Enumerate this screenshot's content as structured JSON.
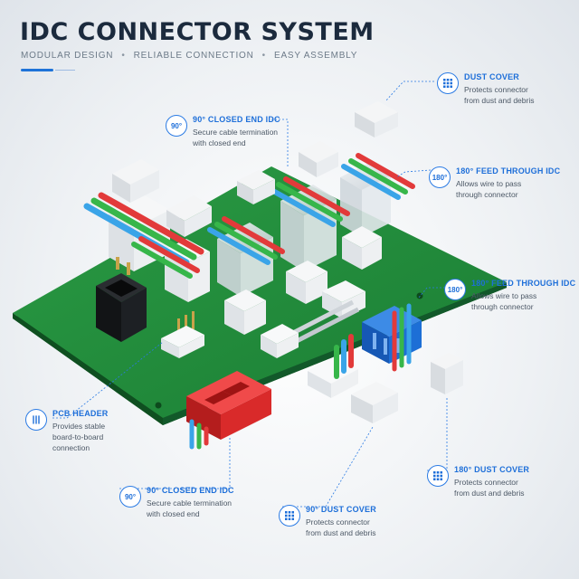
{
  "header": {
    "title": "IDC CONNECTOR SYSTEM",
    "subtitle_items": [
      "MODULAR DESIGN",
      "RELIABLE CONNECTION",
      "EASY ASSEMBLY"
    ]
  },
  "colors": {
    "accent": "#1e6fd9",
    "pcb": "#1f8a3a",
    "connector_red": "#e52f2f",
    "connector_blue": "#1d6fd6",
    "header_black": "#17191c",
    "wire_red": "#e23a3a",
    "wire_green": "#37b64a",
    "wire_blue": "#3aa4e8"
  },
  "callouts": [
    {
      "key": "dust_cover_top",
      "icon": "grid-icon",
      "title": "DUST COVER",
      "desc": "Protects connector from dust and debris"
    },
    {
      "key": "closed_end_top",
      "icon": "angle-90-icon",
      "icon_text": "90°",
      "title": "90° CLOSED END IDC",
      "desc": "Secure cable termination with closed end"
    },
    {
      "key": "feed_through_top",
      "icon": "rotate-180-icon",
      "icon_text": "180°",
      "title": "180° FEED THROUGH IDC",
      "desc": "Allows wire to pass through connector"
    },
    {
      "key": "feed_through_mid",
      "icon": "angle-180-icon",
      "icon_text": "180°",
      "title": "180° FEED THROUGH IDC",
      "desc": "Allows wire to pass through connector"
    },
    {
      "key": "pcb_header",
      "icon": "pins-icon",
      "title": "PCB HEADER",
      "desc": "Provides stable board-to-board connection"
    },
    {
      "key": "closed_end_bottom",
      "icon": "angle-90-icon",
      "icon_text": "90°",
      "title": "90° CLOSED END IDC",
      "desc": "Secure cable termination with closed end"
    },
    {
      "key": "dust_cover_90",
      "icon": "grid-icon",
      "title": "90° DUST COVER",
      "desc": "Protects connector from dust and debris"
    },
    {
      "key": "dust_cover_180",
      "icon": "grid-icon",
      "title": "180° DUST COVER",
      "desc": "Protects connector from dust and debris"
    }
  ]
}
